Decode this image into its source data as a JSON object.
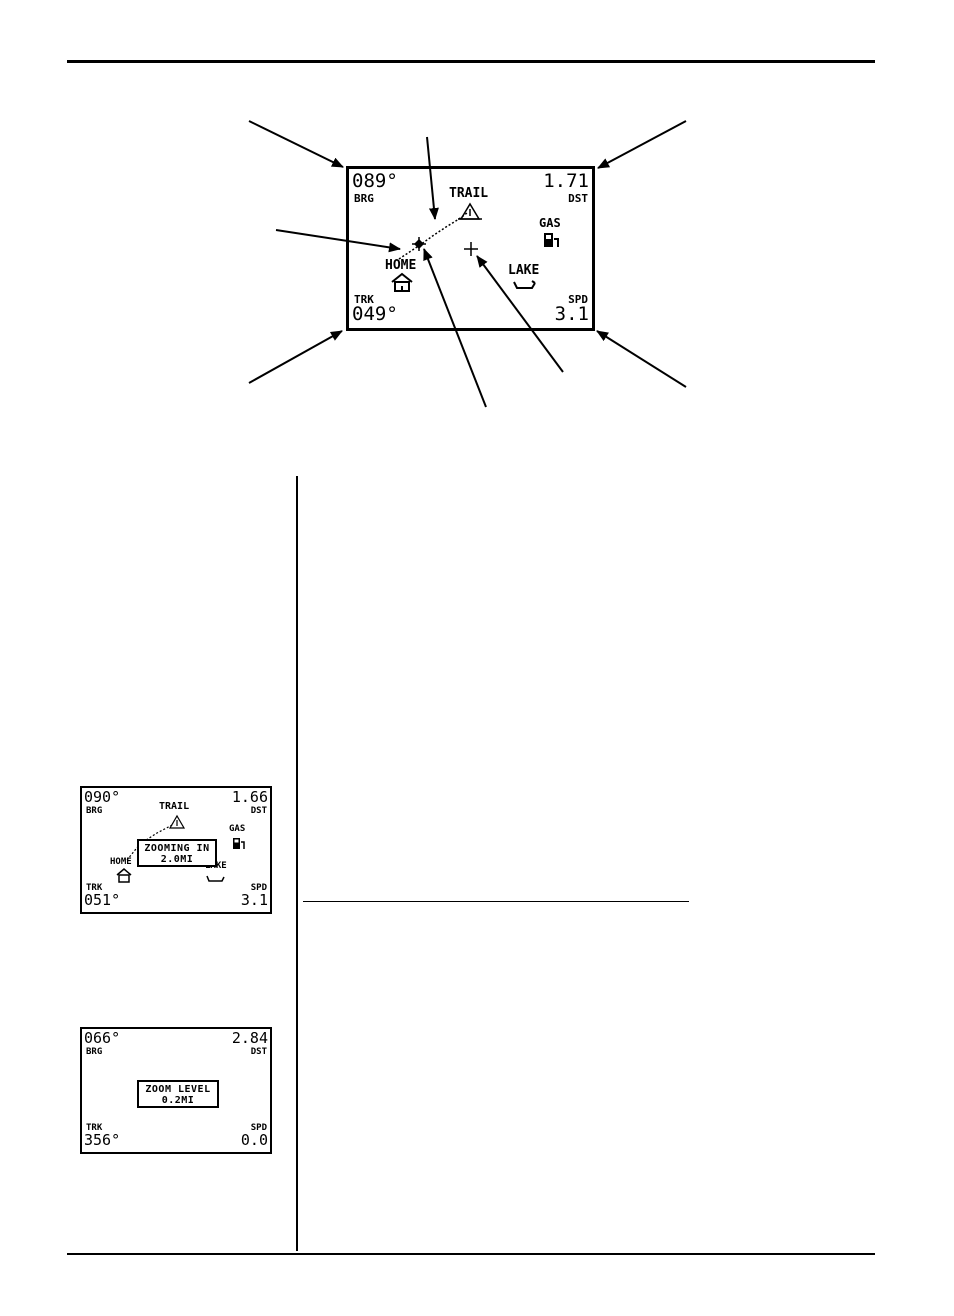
{
  "main_screen": {
    "bearing": "089°",
    "bearing_label": "BRG",
    "distance": "1.71",
    "distance_label": "DST",
    "track_label": "TRK",
    "track": "049°",
    "speed_label": "SPD",
    "speed": "3.1",
    "waypoints": {
      "trail": "TRAIL",
      "gas": "GAS",
      "home": "HOME",
      "lake": "LAKE"
    }
  },
  "zoom_in_screen": {
    "bearing": "090°",
    "bearing_label": "BRG",
    "distance": "1.66",
    "distance_label": "DST",
    "track_label": "TRK",
    "track": "051°",
    "speed_label": "SPD",
    "speed": "3.1",
    "waypoints": {
      "trail": "TRAIL",
      "gas": "GAS",
      "home": "HOME",
      "lake": "LAKE"
    },
    "popup_line1": "ZOOMING IN",
    "popup_line2": "2.0MI"
  },
  "zoom_level_screen": {
    "bearing": "066°",
    "bearing_label": "BRG",
    "distance": "2.84",
    "distance_label": "DST",
    "track_label": "TRK",
    "track": "356°",
    "speed_label": "SPD",
    "speed": "0.0",
    "popup_line1": "ZOOM LEVEL",
    "popup_line2": "0.2MI"
  }
}
